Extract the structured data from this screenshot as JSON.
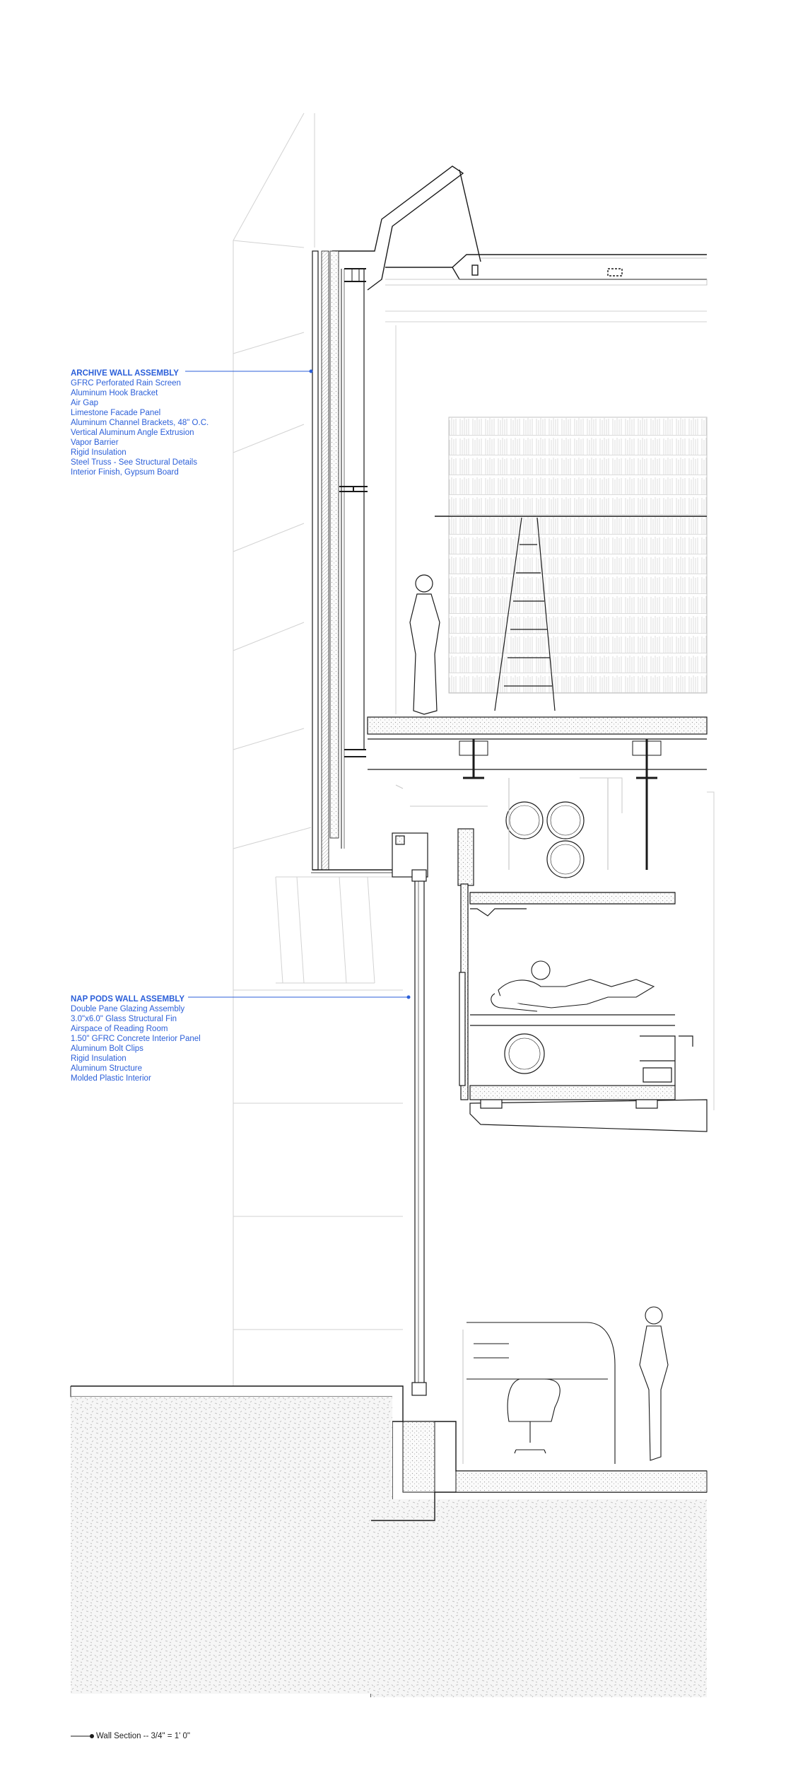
{
  "colors": {
    "annotation": "#2b5fd9",
    "line": "#1a1a1a",
    "light_line": "#c8c8c8",
    "ground_fill": "#f4f4f4"
  },
  "archive_wall": {
    "title": "ARCHIVE WALL ASSEMBLY",
    "items": [
      "GFRC Perforated Rain Screen",
      "Aluminum Hook Bracket",
      "Air Gap",
      "Limestone Facade Panel",
      "Aluminum Channel Brackets, 48\" O.C.",
      "Vertical Aluminum Angle Extrusion",
      "Vapor Barrier",
      "Rigid Insulation",
      "Steel Truss - See Structural Details",
      "Interior Finish, Gypsum Board"
    ]
  },
  "nap_pods_wall": {
    "title": "NAP PODS WALL ASSEMBLY",
    "items": [
      "Double Pane Glazing Assembly",
      "3.0\"x6.0\" Glass Structural Fin",
      "Airspace of Reading Room",
      "1.50\" GFRC Concrete Interior Panel",
      "Aluminum Bolt Clips",
      "Rigid Insulation",
      "Aluminum Structure",
      "Molded Plastic Interior"
    ]
  },
  "scale_note": "Wall Section -- 3/4\" = 1' 0\""
}
